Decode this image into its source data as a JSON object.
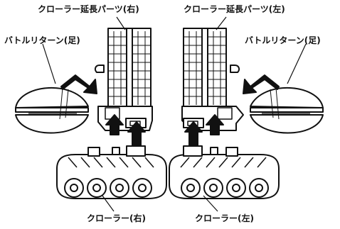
{
  "labels": {
    "extension_right": "クローラー延長パーツ(右)",
    "extension_left": "クローラー延長パーツ(左)",
    "battle_return_left_side": "バトルリターン(足)",
    "battle_return_right_side": "バトルリターン(足)",
    "crawler_right": "クローラー(右)",
    "crawler_left": "クローラー(左)"
  },
  "colors": {
    "line": "#111111",
    "fill": "#ffffff",
    "text": "#111111"
  }
}
